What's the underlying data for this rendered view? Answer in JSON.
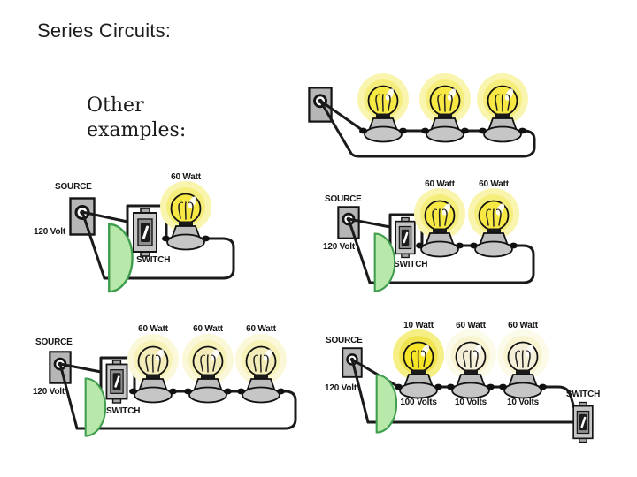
{
  "slide": {
    "title": "Series Circuits:",
    "subtitle": "Other examples:"
  },
  "diagrams": [
    {
      "name": "outlet-with-three-bulbs",
      "bulbs": [
        {
          "state": "bright"
        },
        {
          "state": "bright"
        },
        {
          "state": "bright"
        }
      ]
    },
    {
      "name": "one-bulb-with-switch",
      "source_label": "SOURCE",
      "voltage_label": "120 Volt",
      "switch_label": "SWITCH",
      "bulbs": [
        {
          "watt_label": "60 Watt",
          "state": "bright"
        }
      ]
    },
    {
      "name": "two-bulbs-with-switch",
      "source_label": "SOURCE",
      "voltage_label": "120 Volt",
      "switch_label": "SWITCH",
      "bulbs": [
        {
          "watt_label": "60 Watt",
          "state": "bright"
        },
        {
          "watt_label": "60 Watt",
          "state": "bright"
        }
      ]
    },
    {
      "name": "three-bulbs-with-switch",
      "source_label": "SOURCE",
      "voltage_label": "120 Volt",
      "switch_label": "SWITCH",
      "bulbs": [
        {
          "watt_label": "60 Watt",
          "state": "medium"
        },
        {
          "watt_label": "60 Watt",
          "state": "medium"
        },
        {
          "watt_label": "60 Watt",
          "state": "medium"
        }
      ]
    },
    {
      "name": "mixed-wattage-with-switch",
      "source_label": "SOURCE",
      "voltage_label": "120 Volt",
      "switch_label": "SWITCH",
      "bulbs": [
        {
          "watt_label": "10 Watt",
          "volt_label": "100 Volts",
          "state": "brightest"
        },
        {
          "watt_label": "60 Watt",
          "volt_label": "10 Volts",
          "state": "dim"
        },
        {
          "watt_label": "60 Watt",
          "volt_label": "10 Volts",
          "state": "dim"
        }
      ]
    }
  ],
  "colors": {
    "bulb_bright": "#f7e843",
    "glow_bright": "#f6ee7c",
    "bulb_dim": "#f4efd8",
    "lens_green": "#b9e8ab",
    "lens_green_edge": "#3f9e4e",
    "wire_black": "#1a1a1a",
    "hardware_gray": "#bdbdbd"
  }
}
